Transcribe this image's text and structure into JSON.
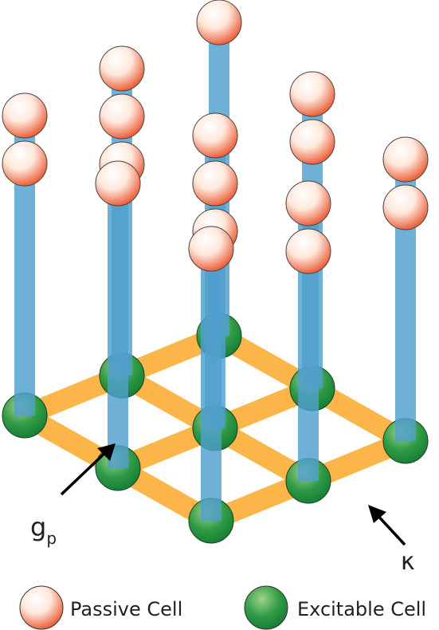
{
  "annotations": {
    "passive_coupling": {
      "base": "g",
      "subscript": "p"
    },
    "excitable_coupling": "κ"
  },
  "legend": [
    {
      "label": "Passive Cell",
      "kind": "passive"
    },
    {
      "label": "Excitable Cell",
      "kind": "excitable"
    }
  ],
  "colors": {
    "lattice": "#fcb548",
    "fiber": "#4f9fcd",
    "passive_light": "#ffffff",
    "passive_dark": "#e9512a",
    "excitable_light": "#9fd48a",
    "excitable_dark": "#137c34",
    "arrow": "#000000"
  },
  "lattice": {
    "rows": 3,
    "cols": 3,
    "passive_cells_per_fiber": [
      1,
      2,
      2,
      3,
      3,
      2,
      2,
      1,
      1
    ]
  }
}
